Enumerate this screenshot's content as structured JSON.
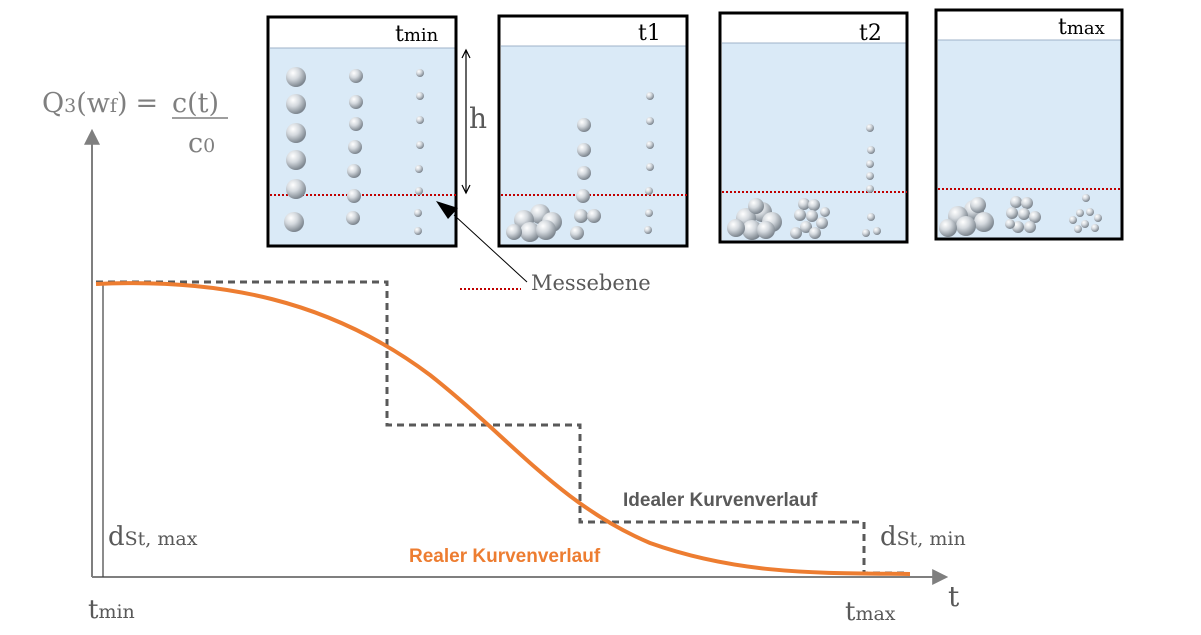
{
  "y_axis_label": {
    "q": "Q",
    "q_sub": "3",
    "arg_open": "(w",
    "arg_sub": "f",
    "arg_close": ")",
    "equals": "=",
    "numerator": "c(t)",
    "denominator_c": "c",
    "denominator_sub": "0"
  },
  "x_axis_label": "t",
  "tick_tmin": {
    "main": "t",
    "sub": "min"
  },
  "tick_tmax": {
    "main": "t",
    "sub": "max"
  },
  "label_dst_max": {
    "main": "d",
    "sub": "St, max"
  },
  "label_dst_min": {
    "main": "d",
    "sub": "St, min"
  },
  "ideal_curve_label": "Idealer Kurvenverlauf",
  "real_curve_label": "Realer Kurvenverlauf",
  "messebene_label": "Messebene",
  "height_label": "h",
  "beakers": [
    {
      "main": "t",
      "sub": "min"
    },
    {
      "main": "t1",
      "sub": ""
    },
    {
      "main": "t2",
      "sub": ""
    },
    {
      "main": "t",
      "sub": "max"
    }
  ],
  "colors": {
    "real_curve": "#ed7d31",
    "ideal_curve": "#595959",
    "axis": "#7f7f7f",
    "liquid": "#daeaf7",
    "measurement_line": "#c00000",
    "label_gray": "#595959"
  }
}
